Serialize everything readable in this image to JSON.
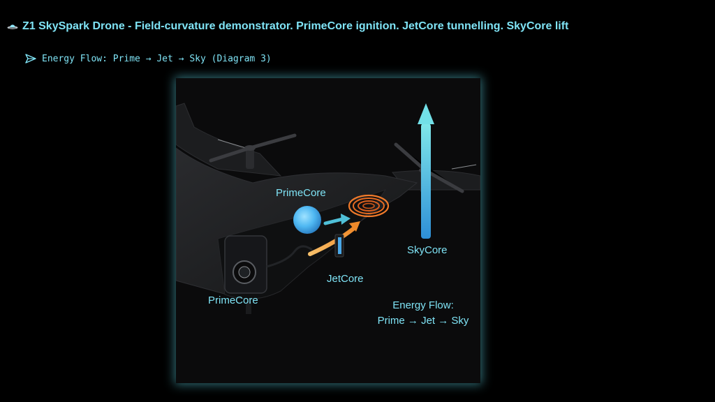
{
  "header": {
    "icon": "flying-saucer-icon",
    "title": "Z1 SkySpark Drone - Field-curvature demonstrator. PrimeCore ignition. JetCore tunnelling. SkyCore lift"
  },
  "subheader": {
    "icon": "send-arrow-icon",
    "text": "Energy Flow: Prime → Jet → Sky (Diagram 3)"
  },
  "diagram": {
    "labels": {
      "primecore_top": "PrimeCore",
      "skycore": "SkyCore",
      "jetcore": "JetCore",
      "primecore_bottom": "PrimeCore",
      "flow_title": "Energy Flow:",
      "flow_path": "Prime → Jet → Sky"
    },
    "colors": {
      "accent": "#7fe3f5",
      "prime_orb": "#4fb8f2",
      "jet_ring": "#f07a2a",
      "sky_arrow": "#5fd0e0",
      "flow_arrow_orange": "#f2a445",
      "background": "#000000"
    }
  }
}
